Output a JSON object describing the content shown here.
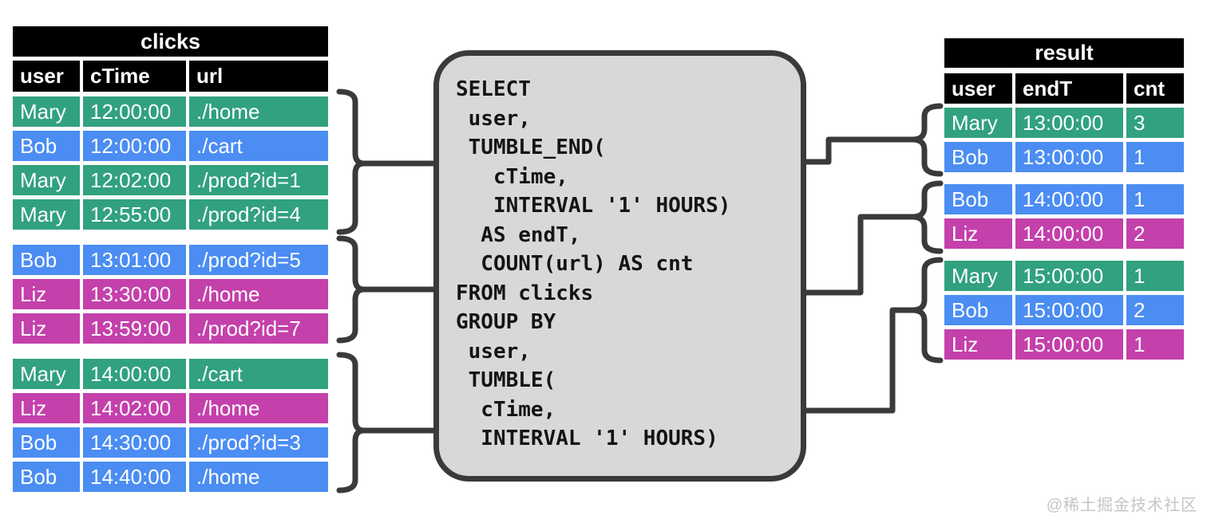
{
  "sql": {
    "code": "SELECT\n user,\n TUMBLE_END(\n   cTime,\n   INTERVAL '1' HOURS)\n  AS endT,\n  COUNT(url) AS cnt\nFROM clicks\nGROUP BY\n user,\n TUMBLE(\n  cTime,\n  INTERVAL '1' HOURS)"
  },
  "colors": {
    "green": "#31a17f",
    "blue": "#4b8df2",
    "magenta": "#c440ab",
    "header_bg": "#000000",
    "header_text": "#ffffff",
    "box_fill": "#d8d8d8",
    "line": "#3a3a3a",
    "watermark_text_color": "#c6c6c6"
  },
  "clicks_table": {
    "title": "clicks",
    "columns": [
      "user",
      "cTime",
      "url"
    ],
    "groups": [
      [
        {
          "cells": [
            "Mary",
            "12:00:00",
            "./home"
          ],
          "color": "green"
        },
        {
          "cells": [
            "Bob",
            "12:00:00",
            "./cart"
          ],
          "color": "blue"
        },
        {
          "cells": [
            "Mary",
            "12:02:00",
            "./prod?id=1"
          ],
          "color": "green"
        },
        {
          "cells": [
            "Mary",
            "12:55:00",
            "./prod?id=4"
          ],
          "color": "green"
        }
      ],
      [
        {
          "cells": [
            "Bob",
            "13:01:00",
            "./prod?id=5"
          ],
          "color": "blue"
        },
        {
          "cells": [
            "Liz",
            "13:30:00",
            "./home"
          ],
          "color": "magenta"
        },
        {
          "cells": [
            "Liz",
            "13:59:00",
            "./prod?id=7"
          ],
          "color": "magenta"
        }
      ],
      [
        {
          "cells": [
            "Mary",
            "14:00:00",
            "./cart"
          ],
          "color": "green"
        },
        {
          "cells": [
            "Liz",
            "14:02:00",
            "./home"
          ],
          "color": "magenta"
        },
        {
          "cells": [
            "Bob",
            "14:30:00",
            "./prod?id=3"
          ],
          "color": "blue"
        },
        {
          "cells": [
            "Bob",
            "14:40:00",
            "./home"
          ],
          "color": "blue"
        }
      ]
    ]
  },
  "result_table": {
    "title": "result",
    "columns": [
      "user",
      "endT",
      "cnt"
    ],
    "groups": [
      [
        {
          "cells": [
            "Mary",
            "13:00:00",
            "3"
          ],
          "color": "green"
        },
        {
          "cells": [
            "Bob",
            "13:00:00",
            "1"
          ],
          "color": "blue"
        }
      ],
      [
        {
          "cells": [
            "Bob",
            "14:00:00",
            "1"
          ],
          "color": "blue"
        },
        {
          "cells": [
            "Liz",
            "14:00:00",
            "2"
          ],
          "color": "magenta"
        }
      ],
      [
        {
          "cells": [
            "Mary",
            "15:00:00",
            "1"
          ],
          "color": "green"
        },
        {
          "cells": [
            "Bob",
            "15:00:00",
            "2"
          ],
          "color": "blue"
        },
        {
          "cells": [
            "Liz",
            "15:00:00",
            "1"
          ],
          "color": "magenta"
        }
      ]
    ]
  },
  "watermark": {
    "text": "@稀土掘金技术社区"
  }
}
